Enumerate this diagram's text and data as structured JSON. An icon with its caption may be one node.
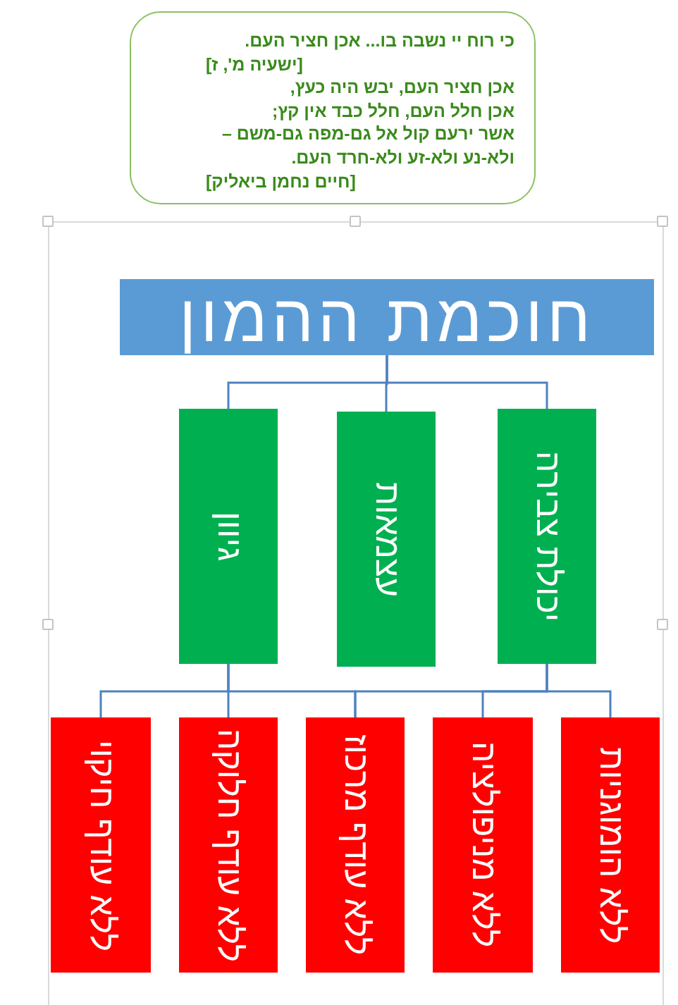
{
  "diagram": {
    "nodes": [
      {
        "text": [
          "כי רוח יי נשבה בו... אכן חציר העם.",
          "[ישעיה מ', ז]",
          "אכן חציר העם, יבש היה כעץ,",
          "אכן חלל העם, חלל כבד אין קץ;",
          "אשר ירעם קול אל גם-מפה גם-משם –",
          "ולא-נע ולא-זע ולא-חרד העם.",
          "[חיים נחמן ביאליק]"
        ]
      },
      {
        "text": [
          "חוכמת ההמון"
        ]
      },
      {
        "text": [
          "יכולת צבירה"
        ]
      },
      {
        "text": [
          "עצמאות"
        ]
      },
      {
        "text": [
          "גיוון"
        ]
      },
      {
        "text": [
          "ללא הומוגניות"
        ]
      },
      {
        "text": [
          "ללא מניפולציה"
        ]
      },
      {
        "text": [
          "ללא עודף מרכוז"
        ]
      },
      {
        "text": [
          "ללא עודף חלוקה"
        ]
      },
      {
        "text": [
          "ללא עודף חיקוי"
        ]
      }
    ],
    "edges": [
      {
        "from": 1,
        "to": 2,
        "arrow": "none"
      },
      {
        "from": 1,
        "to": 3,
        "arrow": "none"
      },
      {
        "from": 1,
        "to": 4,
        "arrow": "none"
      },
      {
        "from": 2,
        "to": 5,
        "arrow": "none"
      },
      {
        "from": 2,
        "to": 6,
        "arrow": "none"
      },
      {
        "from": 2,
        "to": 7,
        "arrow": "none"
      },
      {
        "from": 4,
        "to": 7,
        "arrow": "none"
      },
      {
        "from": 4,
        "to": 8,
        "arrow": "none"
      },
      {
        "from": 4,
        "to": 9,
        "arrow": "none"
      }
    ]
  }
}
